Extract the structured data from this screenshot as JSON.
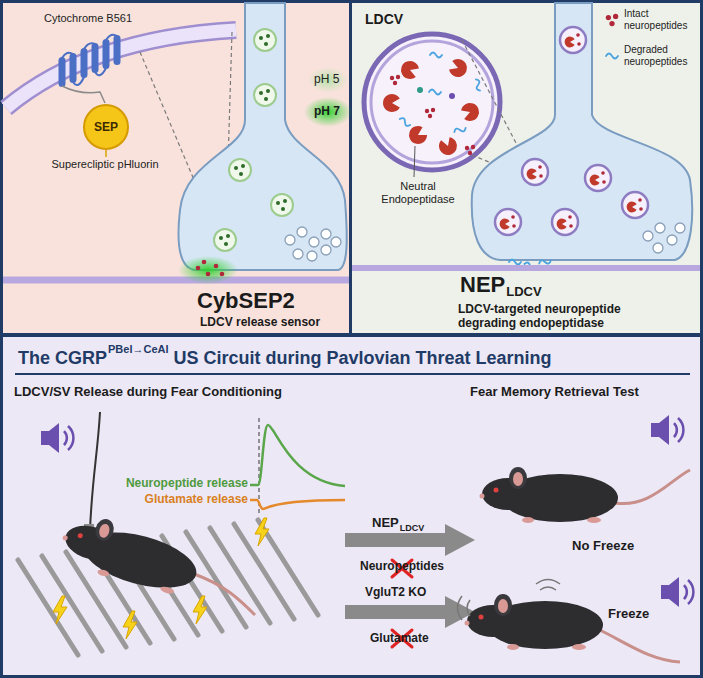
{
  "diagram": {
    "nodes": [
      {
        "text": [
          "CybSEP2",
          "LDCV release sensor"
        ]
      },
      {
        "text": [
          "SEP"
        ],
        "in": 0
      },
      {
        "text": [
          "NEP",
          "LDCV",
          "LDCV-targeted neuropeptide degrading endopeptidase"
        ]
      },
      {
        "text": [
          "The CGRP",
          "PBel→CeAl",
          "US Circuit during Pavlovian Threat Learning"
        ]
      }
    ],
    "labels": [
      "Cytochrome B561",
      "Superecliptic pHluorin",
      "pH 5",
      "pH 7",
      "LDCV",
      "Intact neuropeptides",
      "Degraded neuropeptides",
      "Neutral Endopeptidase",
      "LDCV/SV Release during Fear Conditioning",
      "Fear Memory Retrieval Test",
      "Neuropeptide release",
      "Glutamate release",
      "NEP",
      "LDCV",
      "Neuropeptides",
      "VgluT2 KO",
      "Glutamate",
      "No Freeze",
      "Freeze"
    ]
  }
}
